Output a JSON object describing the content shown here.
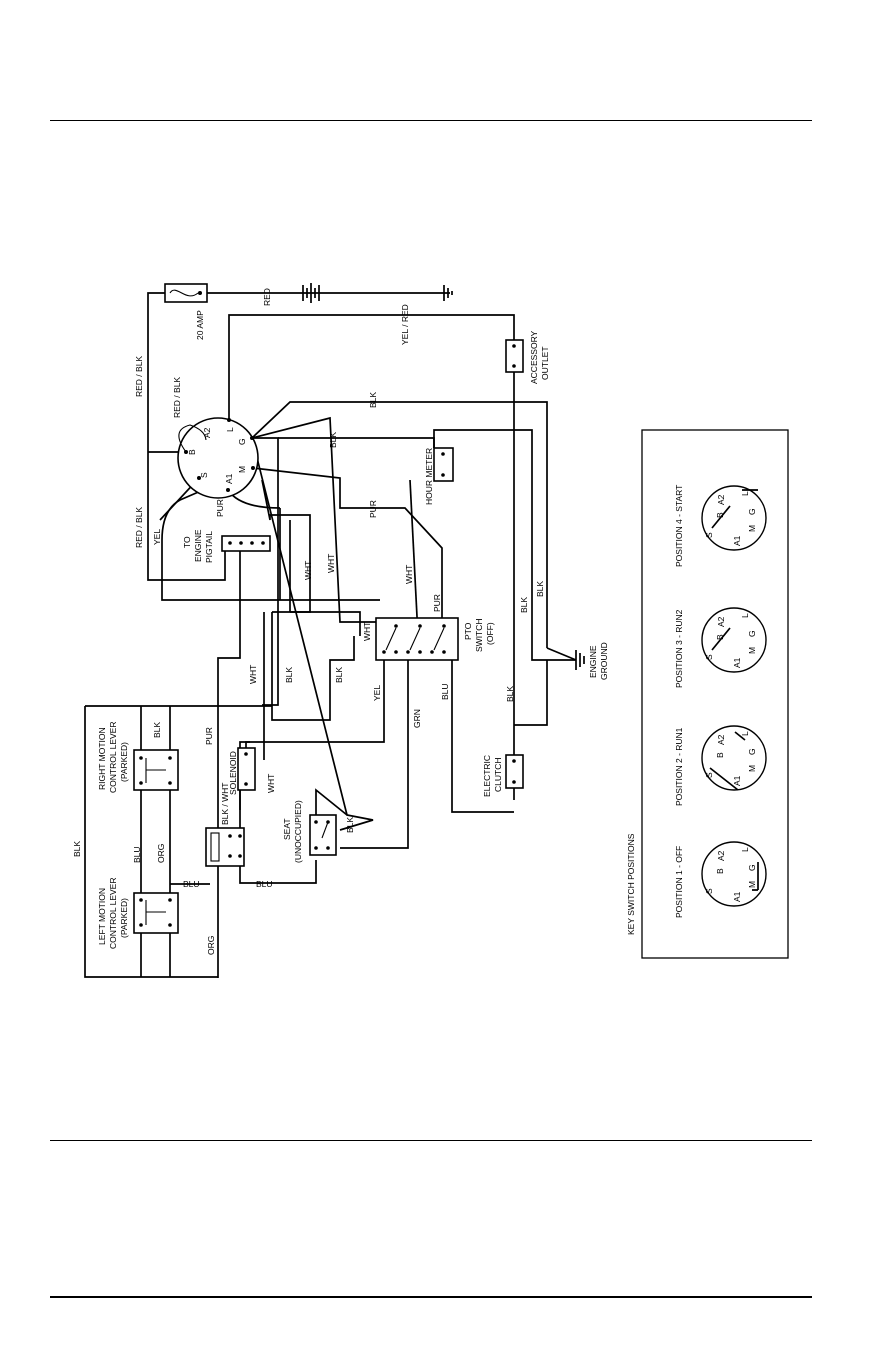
{
  "components": {
    "fuse": [
      "20 AMP"
    ],
    "accessory_outlet": [
      "ACCESSORY",
      "OUTLET"
    ],
    "engine_pigtail": [
      "TO",
      "ENGINE",
      "PIGTAIL"
    ],
    "hour_meter": [
      "HOUR METER"
    ],
    "pto_switch": [
      "PTO",
      "SWITCH",
      "(OFF)"
    ],
    "engine_ground": [
      "ENGINE",
      "GROUND"
    ],
    "electric_clutch": [
      "ELECTRIC",
      "CLUTCH"
    ],
    "solenoid": [
      "SOLENOID"
    ],
    "seat_switch": [
      "SEAT",
      "(UNOCCUPIED)"
    ],
    "right_motion_lever": [
      "RIGHT MOTION",
      "CONTROL LEVER",
      "(PARKED)"
    ],
    "left_motion_lever": [
      "LEFT MOTION",
      "CONTROL LEVER",
      "(PARKED)"
    ]
  },
  "key_switch_terminals": [
    "B",
    "A2",
    "L",
    "G",
    "M",
    "A1",
    "S"
  ],
  "wires": {
    "red": "RED",
    "red_blk": "RED / BLK",
    "yel_red": "YEL / RED",
    "yel": "YEL",
    "pur": "PUR",
    "blk": "BLK",
    "wht": "WHT",
    "blu": "BLU",
    "grn": "GRN",
    "org": "ORG",
    "blk_wht": "BLK / WHT"
  },
  "key_switch_positions": {
    "title": "KEY SWITCH POSITIONS",
    "positions": [
      "POSITION 1 - OFF",
      "POSITION 2 - RUN1",
      "POSITION 3 - RUN2",
      "POSITION 4 - START"
    ]
  }
}
